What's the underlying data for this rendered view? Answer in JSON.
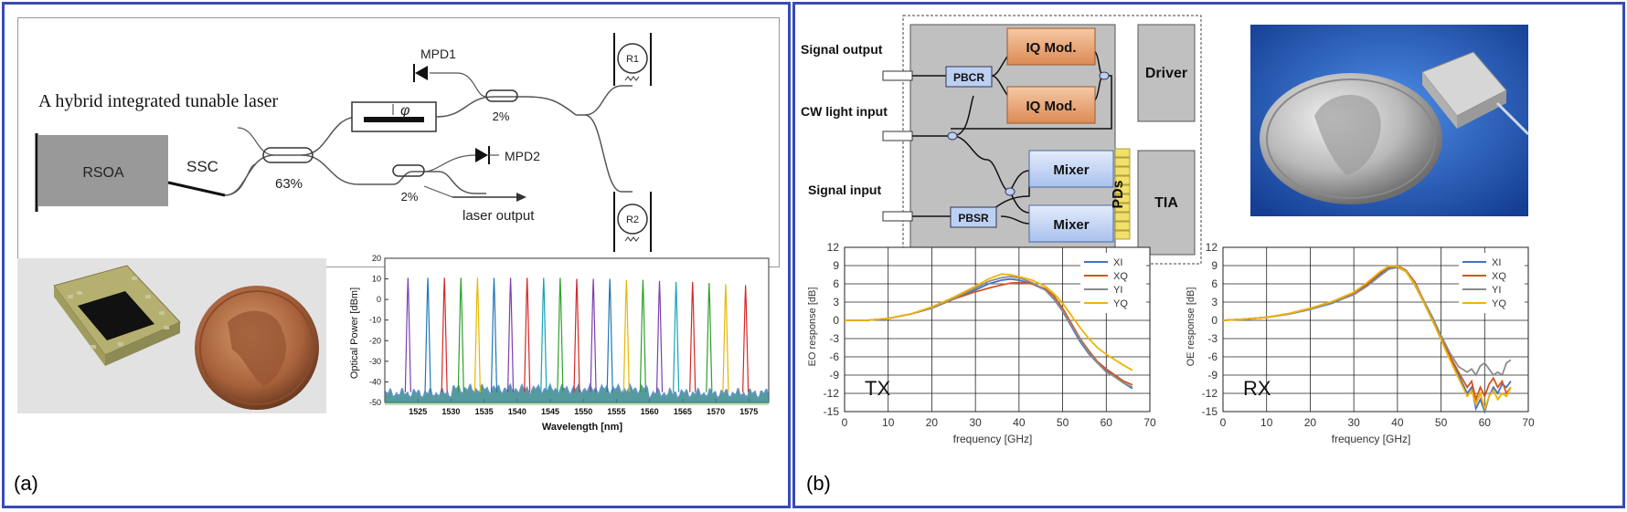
{
  "panel_a": {
    "letter": "(a)",
    "schematic": {
      "title": "A hybrid integrated tunable laser",
      "rsoa": "RSOA",
      "ssc": "SSC",
      "coupler_main": "63%",
      "phase_symbol": "φ",
      "tap_top": "2%",
      "tap_bottom": "2%",
      "mpd1": "MPD1",
      "mpd2": "MPD2",
      "laser_output": "laser output",
      "ring1": "R1",
      "ring2": "R2"
    },
    "spectrum_chart": {
      "chart_data": {
        "type": "line",
        "title": "",
        "xlabel": "Wavelength [nm]",
        "ylabel": "Optical Power [dBm]",
        "xlim": [
          1520,
          1578
        ],
        "ylim": [
          -50,
          20
        ],
        "xticks": [
          "1525",
          "1530",
          "1535",
          "1540",
          "1545",
          "1550",
          "1555",
          "1560",
          "1565",
          "1570",
          "1575"
        ],
        "yticks": [
          "20",
          "10",
          "0",
          "-10",
          "-20",
          "-30",
          "-40",
          "-50"
        ],
        "peaks": [
          {
            "wavelength": 1523.5,
            "power": 10.5,
            "color": "#7b3fb0"
          },
          {
            "wavelength": 1526.5,
            "power": 10.5,
            "color": "#1f77b4"
          },
          {
            "wavelength": 1529.0,
            "power": 10.5,
            "color": "#d62728"
          },
          {
            "wavelength": 1531.5,
            "power": 10.5,
            "color": "#2ca02c"
          },
          {
            "wavelength": 1534.0,
            "power": 10.5,
            "color": "#e6b800"
          },
          {
            "wavelength": 1536.5,
            "power": 10.5,
            "color": "#1f77b4"
          },
          {
            "wavelength": 1539.0,
            "power": 10.5,
            "color": "#7b3fb0"
          },
          {
            "wavelength": 1541.5,
            "power": 10.5,
            "color": "#d62728"
          },
          {
            "wavelength": 1544.0,
            "power": 10.5,
            "color": "#17a2b8"
          },
          {
            "wavelength": 1546.5,
            "power": 10.5,
            "color": "#2ca02c"
          },
          {
            "wavelength": 1549.0,
            "power": 10.0,
            "color": "#d62728"
          },
          {
            "wavelength": 1551.5,
            "power": 10.0,
            "color": "#7b3fb0"
          },
          {
            "wavelength": 1554.0,
            "power": 10.0,
            "color": "#1f77b4"
          },
          {
            "wavelength": 1556.5,
            "power": 9.5,
            "color": "#e6b800"
          },
          {
            "wavelength": 1559.0,
            "power": 9.5,
            "color": "#2ca02c"
          },
          {
            "wavelength": 1561.5,
            "power": 9.0,
            "color": "#7b3fb0"
          },
          {
            "wavelength": 1564.0,
            "power": 8.5,
            "color": "#17a2b8"
          },
          {
            "wavelength": 1566.5,
            "power": 8.5,
            "color": "#d62728"
          },
          {
            "wavelength": 1569.0,
            "power": 8.0,
            "color": "#2ca02c"
          },
          {
            "wavelength": 1571.5,
            "power": 7.5,
            "color": "#e6b800"
          },
          {
            "wavelength": 1574.5,
            "power": 7.0,
            "color": "#d62728"
          }
        ],
        "noise_floor": -45
      }
    }
  },
  "panel_b": {
    "letter": "(b)",
    "block": {
      "signal_output": "Signal output",
      "cw_input": "CW light input",
      "signal_input": "Signal input",
      "pbcr": "PBCR",
      "pbsr": "PBSR",
      "iq_mod_1": "IQ Mod.",
      "iq_mod_2": "IQ Mod.",
      "mixer_1": "Mixer",
      "mixer_2": "Mixer",
      "pds": "PDs",
      "driver": "Driver",
      "tia": "TIA"
    },
    "tx_chart": {
      "chart_data": {
        "type": "line",
        "title": "TX",
        "xlabel": "frequency [GHz]",
        "ylabel": "EO response [dB]",
        "xlim": [
          0,
          70
        ],
        "ylim": [
          -15,
          12
        ],
        "xticks": [
          "0",
          "10",
          "20",
          "30",
          "40",
          "50",
          "60",
          "70"
        ],
        "yticks": [
          "12",
          "9",
          "6",
          "3",
          "0",
          "-3",
          "-6",
          "-9",
          "-12",
          "-15"
        ],
        "legend_position": "top-right",
        "series": [
          {
            "name": "XI",
            "color": "#4472c4",
            "x": [
              0,
              5,
              10,
              15,
              20,
              25,
              30,
              33,
              36,
              38,
              40,
              43,
              46,
              48,
              50,
              52,
              54,
              56,
              58,
              60,
              62,
              64,
              66
            ],
            "y": [
              0,
              0,
              0.3,
              1,
              2,
              3.5,
              5,
              6,
              6.6,
              6.8,
              6.6,
              6,
              5,
              3.5,
              1.5,
              -1,
              -3.5,
              -5.5,
              -7,
              -8.3,
              -9.3,
              -10.3,
              -11.2
            ]
          },
          {
            "name": "XQ",
            "color": "#d2561b",
            "x": [
              0,
              5,
              10,
              15,
              20,
              25,
              30,
              33,
              36,
              38,
              40,
              43,
              46,
              48,
              50,
              52,
              54,
              56,
              58,
              60,
              62,
              64,
              66
            ],
            "y": [
              0,
              0,
              0.3,
              1,
              2,
              3.5,
              4.7,
              5.3,
              5.8,
              6.1,
              6.2,
              6,
              5.2,
              4,
              2,
              -0.5,
              -3,
              -5,
              -6.8,
              -8,
              -9,
              -10,
              -10.6
            ]
          },
          {
            "name": "YI",
            "color": "#8c8c8c",
            "x": [
              0,
              5,
              10,
              15,
              20,
              25,
              30,
              33,
              36,
              38,
              40,
              43,
              46,
              48,
              50,
              52,
              54,
              56,
              58,
              60,
              62,
              64,
              66
            ],
            "y": [
              0,
              0,
              0.3,
              1,
              2,
              3.6,
              5.3,
              6.4,
              7,
              7.2,
              7,
              6.2,
              5,
              3.6,
              1.6,
              -0.8,
              -3.2,
              -5.3,
              -7,
              -8.5,
              -9.3,
              -10.3,
              -11
            ]
          },
          {
            "name": "YQ",
            "color": "#f0b400",
            "x": [
              0,
              5,
              10,
              15,
              20,
              25,
              30,
              33,
              36,
              38,
              40,
              43,
              46,
              48,
              50,
              52,
              54,
              56,
              58,
              60,
              62,
              64,
              66
            ],
            "y": [
              0,
              0,
              0.3,
              1,
              2.2,
              3.8,
              5.6,
              6.8,
              7.6,
              7.5,
              7.2,
              6.6,
              5.6,
              4.4,
              2.8,
              0.8,
              -1.2,
              -3,
              -4.5,
              -5.6,
              -6.5,
              -7.4,
              -8.2
            ]
          }
        ]
      }
    },
    "rx_chart": {
      "chart_data": {
        "type": "line",
        "title": "RX",
        "xlabel": "frequency [GHz]",
        "ylabel": "OE response [dB]",
        "xlim": [
          0,
          70
        ],
        "ylim": [
          -15,
          12
        ],
        "xticks": [
          "0",
          "10",
          "20",
          "30",
          "40",
          "50",
          "60",
          "70"
        ],
        "yticks": [
          "12",
          "9",
          "6",
          "3",
          "0",
          "-3",
          "-6",
          "-9",
          "-12",
          "-15"
        ],
        "legend_position": "top-right",
        "series": [
          {
            "name": "XI",
            "color": "#4472c4",
            "x": [
              0,
              5,
              10,
              15,
              20,
              25,
              30,
              33,
              36,
              38,
              40,
              42,
              44,
              46,
              48,
              50,
              52,
              54,
              56,
              57,
              58,
              59,
              60,
              61,
              62,
              63,
              64,
              65,
              66
            ],
            "y": [
              0,
              0.2,
              0.5,
              1,
              1.8,
              2.8,
              4.3,
              5.8,
              7.6,
              8.6,
              8.8,
              8,
              5.8,
              3,
              0,
              -3,
              -6,
              -9,
              -12,
              -11,
              -14.5,
              -13,
              -15,
              -12.5,
              -11,
              -12,
              -10.5,
              -11,
              -10
            ]
          },
          {
            "name": "XQ",
            "color": "#d2561b",
            "x": [
              0,
              5,
              10,
              15,
              20,
              25,
              30,
              33,
              36,
              38,
              40,
              42,
              44,
              46,
              48,
              50,
              52,
              54,
              56,
              57,
              58,
              59,
              60,
              61,
              62,
              63,
              64,
              65,
              66
            ],
            "y": [
              0,
              0.2,
              0.5,
              1.1,
              2,
              3,
              4.5,
              6,
              7.8,
              8.8,
              9,
              8.2,
              6.3,
              3.3,
              0.2,
              -2.8,
              -5.8,
              -8.5,
              -11,
              -10,
              -13,
              -11,
              -12.5,
              -10.5,
              -9.5,
              -11,
              -10,
              -12,
              -11
            ]
          },
          {
            "name": "YI",
            "color": "#8c8c8c",
            "x": [
              0,
              5,
              10,
              15,
              20,
              25,
              30,
              33,
              36,
              38,
              40,
              42,
              44,
              46,
              48,
              50,
              52,
              54,
              56,
              57,
              58,
              59,
              60,
              61,
              62,
              63,
              64,
              65,
              66
            ],
            "y": [
              0,
              0.2,
              0.5,
              1,
              1.8,
              2.9,
              4.2,
              5.6,
              7.3,
              8.4,
              8.7,
              8.1,
              6,
              3.3,
              0.6,
              -2.5,
              -5.3,
              -7.6,
              -8.5,
              -8,
              -9,
              -7.5,
              -7,
              -8,
              -9,
              -8.5,
              -9,
              -7,
              -6.5
            ]
          },
          {
            "name": "YQ",
            "color": "#f0b400",
            "x": [
              0,
              5,
              10,
              15,
              20,
              25,
              30,
              33,
              36,
              38,
              40,
              42,
              44,
              46,
              48,
              50,
              52,
              54,
              56,
              57,
              58,
              59,
              60,
              61,
              62,
              63,
              64,
              65,
              66
            ],
            "y": [
              0,
              0.2,
              0.5,
              1.1,
              2,
              3.1,
              4.6,
              6.2,
              8,
              8.9,
              8.9,
              8,
              5.9,
              3,
              0,
              -3.2,
              -6.4,
              -9.5,
              -12.5,
              -11.5,
              -13.8,
              -12,
              -14.5,
              -12.5,
              -11.5,
              -13,
              -12,
              -12.5,
              -11
            ]
          }
        ]
      }
    }
  }
}
